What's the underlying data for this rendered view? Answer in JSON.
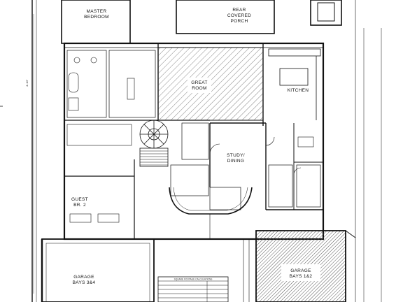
{
  "rooms": {
    "master_bedroom": [
      "MASTER",
      "BEDROOM"
    ],
    "rear_porch": [
      "REAR",
      "COVERED",
      "PORCH"
    ],
    "great_room": [
      "GREAT",
      "ROOM"
    ],
    "kitchen": "KITCHEN",
    "study_dining": [
      "STUDY/",
      "DINING"
    ],
    "guest_bedroom": [
      "GUEST",
      "BR. 2"
    ],
    "garage_bays_3_4": [
      "GARAGE",
      "BAYS 3&4"
    ],
    "garage_bays_1_2": [
      "GARAGE",
      "BAYS 1&2"
    ]
  },
  "dimensions": {
    "left": "4'-10\""
  },
  "table": {
    "title": "SQUARE FOOTAGE CALCULATIONS"
  },
  "colors": {
    "line": "#111111",
    "hatch": "#555555",
    "paper": "#ffffff"
  }
}
